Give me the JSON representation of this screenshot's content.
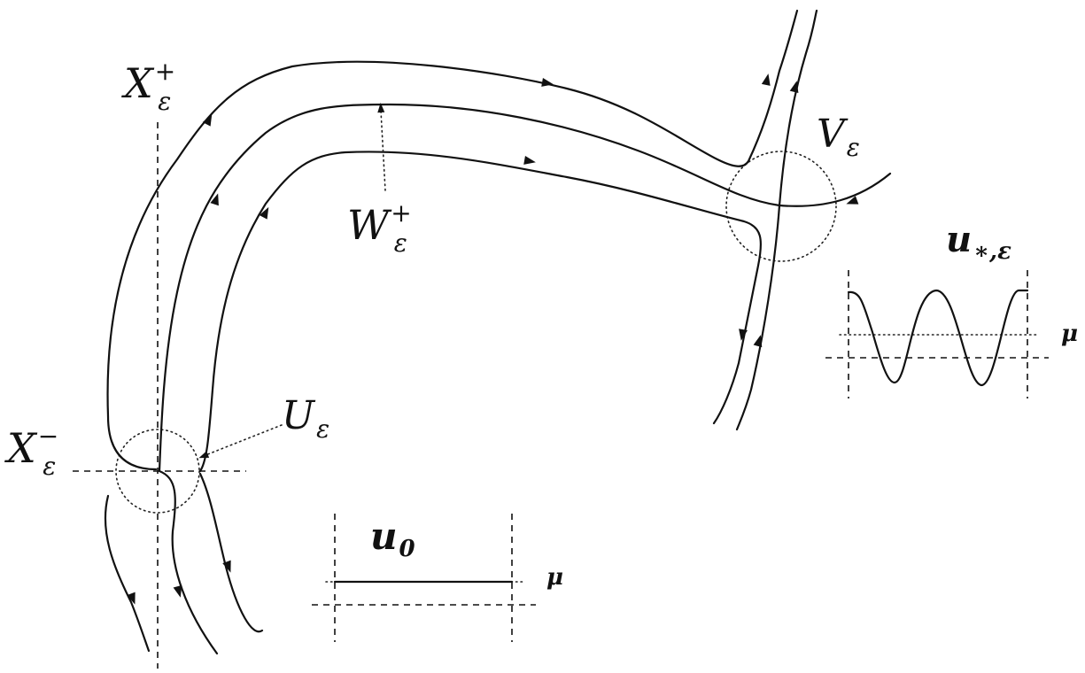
{
  "labels": {
    "x_plus": {
      "main": "X",
      "sub": "ε",
      "sup": "+"
    },
    "x_minus": {
      "main": "X",
      "sub": "ε",
      "sup": "−"
    },
    "w_plus": {
      "main": "W",
      "sub": "ε",
      "sup": "+"
    },
    "u_eps": {
      "main": "U",
      "sub": "ε"
    },
    "v_eps": {
      "main": "V",
      "sub": "ε"
    },
    "u_star": {
      "main": "u",
      "sub": "∗,ε"
    },
    "u_zero": {
      "main": "u",
      "sub": "0"
    },
    "mu_right": "μ",
    "mu_bottom": "μ"
  }
}
